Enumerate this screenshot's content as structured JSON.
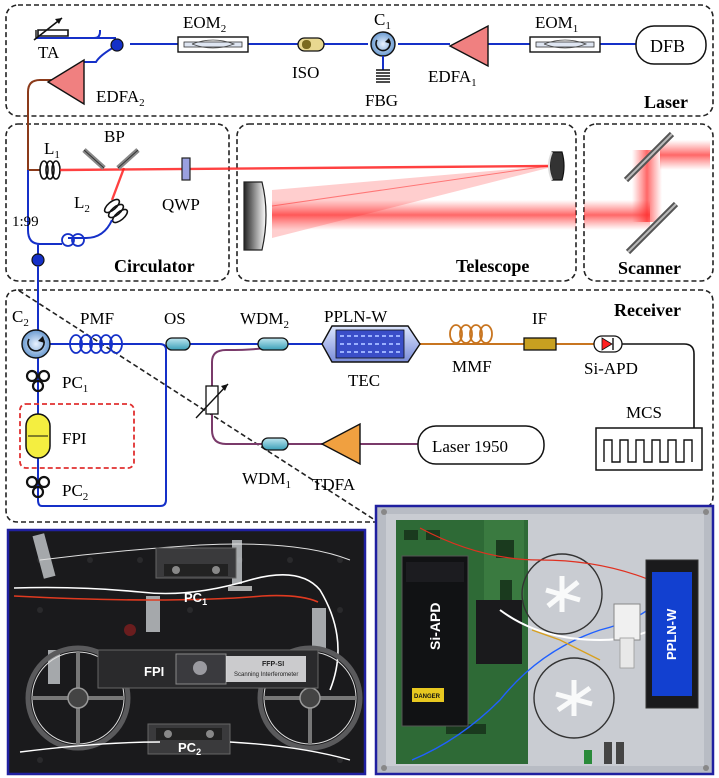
{
  "sections": {
    "laser": "Laser",
    "circulator": "Circulator",
    "telescope": "Telescope",
    "scanner": "Scanner",
    "receiver": "Receiver"
  },
  "labels": {
    "ta": "TA",
    "eom2": "EOM",
    "eom2_sub": "2",
    "eom1": "EOM",
    "eom1_sub": "1",
    "c1": "C",
    "c1_sub": "1",
    "dfb": "DFB",
    "iso": "ISO",
    "fbg": "FBG",
    "edfa1": "EDFA",
    "edfa1_sub": "1",
    "edfa2": "EDFA",
    "edfa2_sub": "2",
    "l1": "L",
    "l1_sub": "1",
    "l2": "L",
    "l2_sub": "2",
    "bp": "BP",
    "qwp": "QWP",
    "ratio": "1:99",
    "c2": "C",
    "c2_sub": "2",
    "pmf": "PMF",
    "os": "OS",
    "wdm2": "WDM",
    "wdm2_sub": "2",
    "ppln": "PPLN-W",
    "tec": "TEC",
    "mmf": "MMF",
    "if": "IF",
    "siapd": "Si-APD",
    "mcs": "MCS",
    "pc1": "PC",
    "pc1_sub": "1",
    "pc2": "PC",
    "pc2_sub": "2",
    "fpi": "FPI",
    "wdm1": "WDM",
    "wdm1_sub": "1",
    "tdfa": "TDFA",
    "laser1950": "Laser 1950"
  },
  "photo_left": {
    "pc1": "PC",
    "pc1_sub": "1",
    "pc2": "PC",
    "pc2_sub": "2",
    "fpi": "FPI",
    "fpi_device": "FFP-SI",
    "fpi_device_line2": "Scanning Interferometer"
  },
  "photo_right": {
    "siapd": "Si-APD",
    "ppln": "PPLN-W",
    "danger": "DANGER"
  },
  "colors": {
    "fiber_blue": "#1530c8",
    "fiber_brown": "#8b3a1a",
    "fiber_orange": "#c87520",
    "fiber_purple": "#7a3a6a",
    "amp_pink": "#f08080",
    "amp_orange": "#f0a040",
    "laser_red": "#ff2020",
    "fpi_yellow": "#f4ee40",
    "photo_border": "#2020a0"
  }
}
